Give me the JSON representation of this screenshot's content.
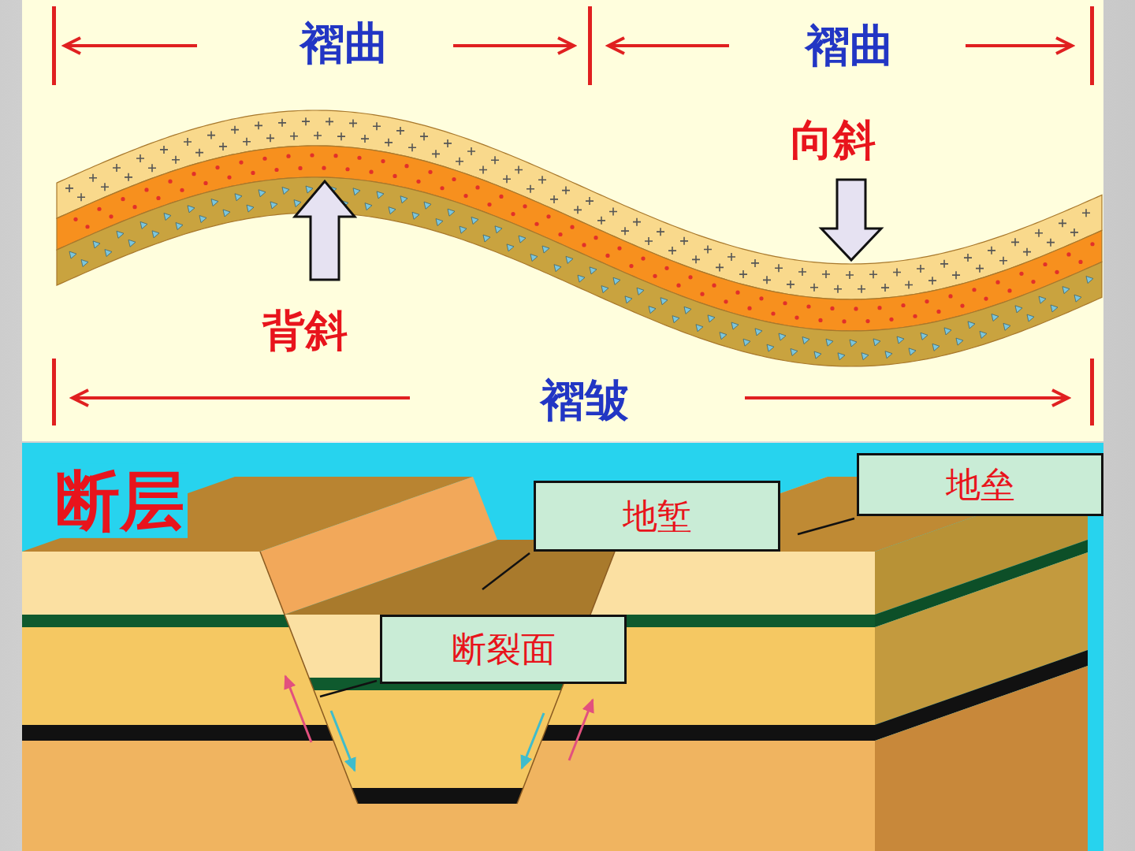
{
  "diagram": {
    "nodes": [
      {
        "text": [
          "地堑"
        ]
      },
      {
        "text": [
          "断裂面"
        ]
      },
      {
        "text": [
          "地垒"
        ]
      }
    ],
    "labels": [
      "褶曲",
      "褶曲",
      "向斜",
      "背斜",
      "褶皱",
      "断层"
    ]
  }
}
